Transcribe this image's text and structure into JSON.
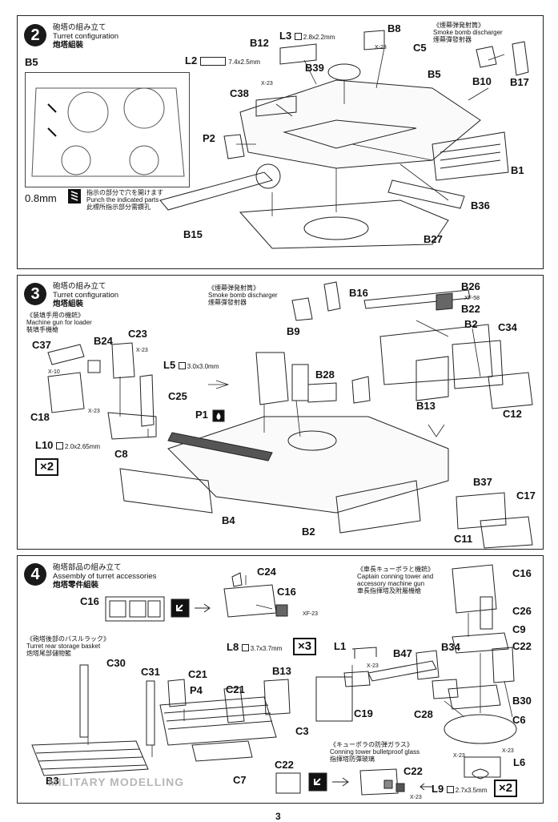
{
  "step2": {
    "number": "2",
    "title_ja": "砲塔の組み立て",
    "title_en": "Turret configuration",
    "title_cn": "炮塔組裝",
    "inset_label": "B5",
    "drill_size": "0.8mm",
    "drill_note_ja": "指示の部分で穴を開けます",
    "drill_note_en": "Punch the indicated parts",
    "drill_note_cn": "此標所指示部分需鑽孔",
    "smoke_title_ja": "《煙幕弾発射筒》",
    "smoke_title_en": "Smoke bomb discharger",
    "smoke_title_cn": "煙幕彈發射器",
    "labels": {
      "l3": "L3",
      "l3_size": "2.8x2.2mm",
      "b8": "B8",
      "b12": "B12",
      "x23a": "X-23",
      "c5": "C5",
      "l2": "L2",
      "l2_size": "7.4x2.5mm",
      "b39": "B39",
      "b5": "B5",
      "x23b": "X-23",
      "c38": "C38",
      "p2": "P2",
      "b10": "B10",
      "b17": "B17",
      "b1": "B1",
      "b15": "B15",
      "b36": "B36",
      "b27": "B27"
    }
  },
  "step3": {
    "number": "3",
    "title_ja": "砲塔の組み立て",
    "title_en": "Turret configuration",
    "title_cn": "炮塔組裝",
    "mg_title_ja": "《装填手用の機銃》",
    "mg_title_en": "Machine gun for loader",
    "mg_title_cn": "裝填手機槍",
    "smoke_title_ja": "《煙幕弾発射筒》",
    "smoke_title_en": "Smoke bomb discharger",
    "smoke_title_cn": "煙幕彈發射器",
    "multiplier": "×2",
    "labels": {
      "b16": "B16",
      "b26": "B26",
      "xf58": "XF-58",
      "b22": "B22",
      "b9": "B9",
      "c37": "C37",
      "b24": "B24",
      "c23": "C23",
      "x23a": "X-23",
      "l5": "L5",
      "l5_size": "3.0x3.0mm",
      "x10": "X-10",
      "c25": "C25",
      "c18": "C18",
      "x23b": "X-23",
      "b28": "B28",
      "b2a": "B2",
      "c34": "C34",
      "p1": "P1",
      "b13": "B13",
      "c12": "C12",
      "l10": "L10",
      "l10_size": "2.0x2.65mm",
      "c8": "C8",
      "b37": "B37",
      "c17": "C17",
      "b4": "B4",
      "b2b": "B2",
      "c11": "C11"
    }
  },
  "step4": {
    "number": "4",
    "title_ja": "砲塔部品の組み立て",
    "title_en": "Assembly of turret accessories",
    "title_cn": "炮塔零件組裝",
    "basket_title_ja": "《砲塔後部のバスルラック》",
    "basket_title_en": "Turret rear storage basket",
    "basket_title_cn": "炮塔尾部儲物籃",
    "cupola_title_ja": "《車長キューポラと機銃》",
    "cupola_title_en": "Captain conning tower and accessory machine gun",
    "cupola_title_cn": "車長指揮塔及附屬機槍",
    "glass_title_ja": "《キューポラの防弾ガラス》",
    "glass_title_en": "Conning tower bulletproof glass",
    "glass_title_cn": "指揮塔防彈玻璃",
    "multiplier_a": "×3",
    "multiplier_b": "×2",
    "labels": {
      "c24": "C24",
      "c16a": "C16",
      "c16b": "C16",
      "xf23": "XF-23",
      "l8": "L8",
      "l8_size": "3.7x3.7mm",
      "c16c": "C16",
      "c26": "C26",
      "c9": "C9",
      "c22a": "C22",
      "c30": "C30",
      "c31": "C31",
      "c21a": "C21",
      "b13": "B13",
      "l1": "L1",
      "x23a": "X-23",
      "b47": "B47",
      "b34": "B34",
      "p4": "P4",
      "c21b": "C21",
      "b30": "B30",
      "c19": "C19",
      "c28": "C28",
      "c6": "C6",
      "c3": "C3",
      "x23b": "X-23",
      "x23c": "X-23",
      "l6": "L6",
      "b3": "B3",
      "c7": "C7",
      "c22b": "C22",
      "c22c": "C22",
      "l9": "L9",
      "l9_size": "2.7x3.5mm",
      "x23d": "X-23"
    }
  },
  "footer": {
    "page_number": "3",
    "watermark": "MILITARY MODELLING"
  }
}
